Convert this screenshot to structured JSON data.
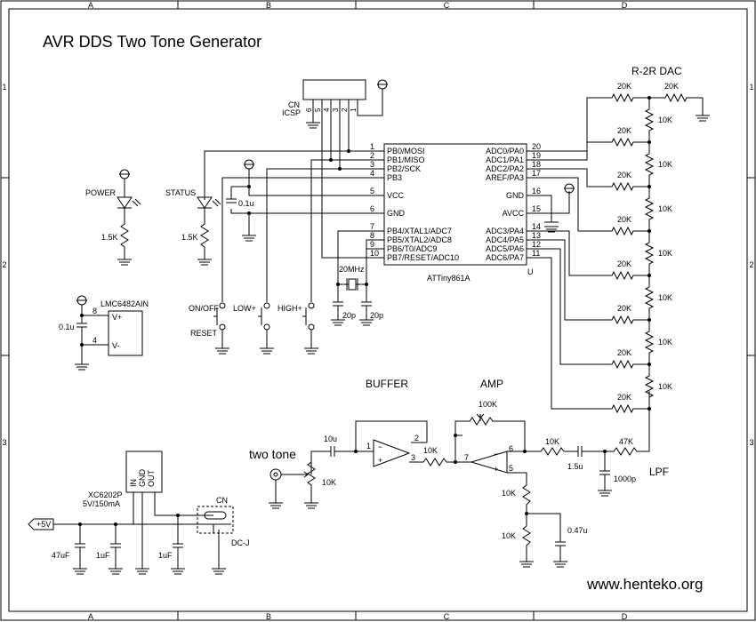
{
  "title": "AVR DDS Two Tone Generator",
  "site": "www.henteko.org",
  "border": {
    "cols": [
      "A",
      "B",
      "C",
      "D"
    ],
    "rows": [
      "1",
      "2",
      "3"
    ]
  },
  "icsp": {
    "label1": "CN",
    "label2": "ICSP",
    "pins": [
      "6",
      "5",
      "4",
      "3",
      "2",
      "1"
    ]
  },
  "mcu": {
    "name": "ATTiny861A",
    "left_pins": [
      {
        "num": "1",
        "name": "PB0/MOSI"
      },
      {
        "num": "2",
        "name": "PB1/MISO"
      },
      {
        "num": "3",
        "name": "PB2/SCK"
      },
      {
        "num": "4",
        "name": "PB3"
      },
      {
        "num": "5",
        "name": "VCC"
      },
      {
        "num": "6",
        "name": "GND"
      },
      {
        "num": "7",
        "name": "PB4/XTAL1/ADC7"
      },
      {
        "num": "8",
        "name": "PB5/XTAL2/ADC8"
      },
      {
        "num": "9",
        "name": "PB6/T0/ADC9"
      },
      {
        "num": "10",
        "name": "PB7/RESET/ADC10"
      }
    ],
    "right_pins": [
      {
        "num": "20",
        "name": "ADC0/PA0"
      },
      {
        "num": "19",
        "name": "ADC1/PA1"
      },
      {
        "num": "18",
        "name": "ADC2/PA2"
      },
      {
        "num": "17",
        "name": "AREF/PA3"
      },
      {
        "num": "16",
        "name": "GND"
      },
      {
        "num": "15",
        "name": "AVCC"
      },
      {
        "num": "14",
        "name": "ADC3/PA4"
      },
      {
        "num": "13",
        "name": "ADC4/PA5"
      },
      {
        "num": "12",
        "name": "ADC5/PA6"
      },
      {
        "num": "11",
        "name": "ADC6/PA7"
      }
    ],
    "u_label": "U"
  },
  "crystal": {
    "freq": "20MHz",
    "cap1": "20p",
    "cap2": "20p"
  },
  "decoupling": "0.1u",
  "leds": {
    "power_label": "POWER",
    "status_label": "STATUS",
    "power_res": "1.5K",
    "status_res": "1.5K"
  },
  "switches": {
    "onoff": "ON/OFF",
    "reset": "RESET",
    "low": "LOW+",
    "high": "HIGH+"
  },
  "opamp_supply": {
    "name": "LMC6482AIN",
    "cap": "0.1u",
    "pin8": "8",
    "pin4": "4",
    "vplus": "V+",
    "vminus": "V-"
  },
  "dac": {
    "title": "R-2R DAC",
    "r20k": "20K",
    "r10k": "10K"
  },
  "input": {
    "label": "two tone",
    "cap": "10u",
    "pot": "10K"
  },
  "buffer": {
    "label": "BUFFER",
    "p1": "1",
    "p2": "2",
    "p3": "3",
    "res": "10K"
  },
  "amp": {
    "label": "AMP",
    "fb": "100K",
    "p5": "5",
    "p6": "6",
    "p7": "7",
    "r1": "10K",
    "r2": "10K",
    "cap": "0.47u"
  },
  "lpf": {
    "label": "LPF",
    "r": "10K",
    "cap": "1.5u",
    "r2": "47K",
    "cap2": "1000p"
  },
  "regulator": {
    "name": "XC6202P",
    "spec": "5V/150mA",
    "pins": [
      "IN",
      "GND",
      "OUT"
    ],
    "supply": "+5V",
    "c1": "47uF",
    "c2": "1uF",
    "c3": "1uF",
    "cn": "CN",
    "dcj": "DC-J"
  }
}
